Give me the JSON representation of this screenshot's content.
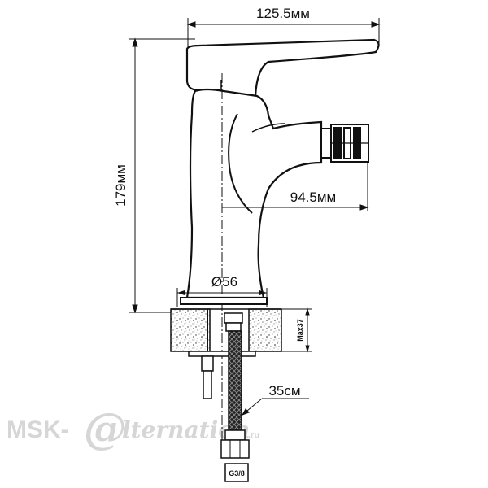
{
  "dimensions": {
    "width_top": "125.5мм",
    "height": "179мм",
    "spout_reach": "94.5мм",
    "base_diameter": "Ø56",
    "hose_length": "35см",
    "max_thickness": "Max37",
    "thread": "G3/8"
  },
  "watermark": {
    "prefix": "MSK-",
    "symbol": "@",
    "suffix": "lternation",
    "domain": ".ru"
  }
}
